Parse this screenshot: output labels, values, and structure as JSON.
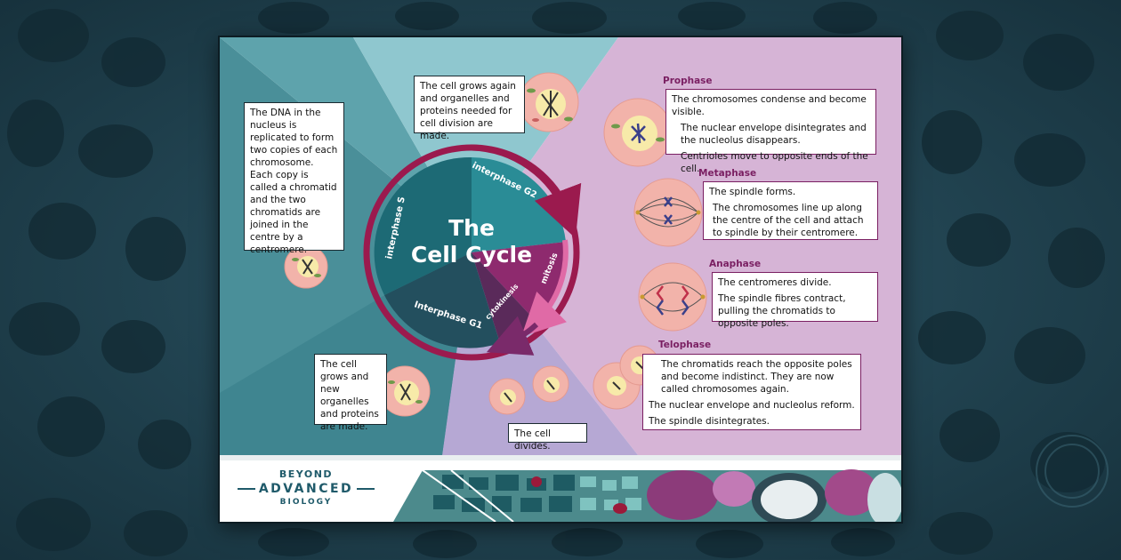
{
  "title": {
    "line1": "The",
    "line2": "Cell Cycle"
  },
  "segments": {
    "interphase_s": "interphase S",
    "interphase_g2": "interphase G2",
    "interphase_g1": "Interphase G1",
    "mitosis": "mitosis",
    "cytokinesis": "cytokinesis"
  },
  "notes": {
    "s_phase": "The DNA in the nucleus is replicated to form two copies of each chromosome. Each copy is called a chromatid and the two chromatids are joined in the centre by a centromere.",
    "g2_phase": "The cell grows again and organelles and proteins needed for cell division are made.",
    "g1_phase": "The cell grows and new organelles and proteins are made.",
    "division": "The cell divides."
  },
  "phases": {
    "prophase": {
      "title": "Prophase",
      "lines": [
        "The chromosomes condense and become visible.",
        "The nuclear envelope disintegrates and the nucleolus disappears.",
        "Centrioles move to opposite ends of the cell."
      ]
    },
    "metaphase": {
      "title": "Metaphase",
      "lines": [
        "The spindle forms.",
        "The chromosomes line up along the centre of the cell and attach to spindle by their centromere."
      ]
    },
    "anaphase": {
      "title": "Anaphase",
      "lines": [
        "The centromeres divide.",
        "The spindle fibres contract, pulling the chromatids to opposite poles."
      ]
    },
    "telophase": {
      "title": "Telophase",
      "lines": [
        "The chromatids reach the opposite poles and become indistinct. They are now called chromosomes again.",
        "The nuclear envelope and nucleolus reform.",
        "The spindle disintegrates."
      ]
    }
  },
  "logo": {
    "line1": "BEYOND",
    "line2": "ADVANCED",
    "line3": "BIOLOGY"
  },
  "colors": {
    "teal_dark": "#4a8f99",
    "teal_light": "#8fc7cf",
    "purple_light": "#d6b4d6",
    "magenta": "#8e2a6e",
    "ring": "#9b1a4e",
    "cell_pink": "#f2b3aa"
  }
}
